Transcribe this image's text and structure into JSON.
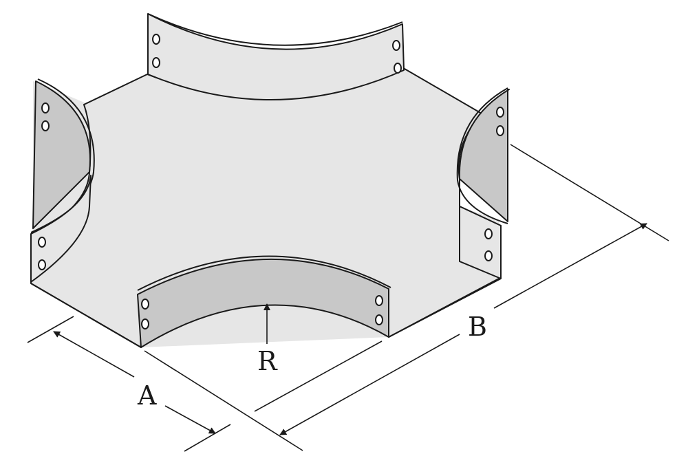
{
  "diagram": {
    "labels": {
      "width_a": "A",
      "length_b": "B",
      "radius_r": "R"
    },
    "colors": {
      "top_surface": "#e6e6e6",
      "side_inner": "#c8c8c8",
      "side_outer": "#e6e6e6",
      "stroke": "#1a1a1a",
      "background": "#ffffff"
    }
  }
}
